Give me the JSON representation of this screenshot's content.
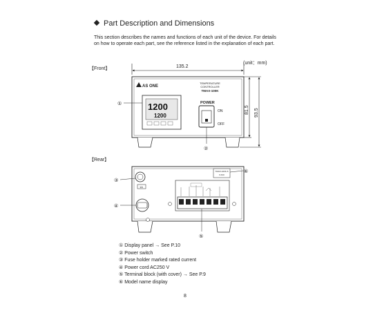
{
  "section": {
    "title": "Part Description and Dimensions",
    "intro": "This section describes the names and functions of each unit of the device. For details on how to operate each part, see the reference listed in the explanation of each part."
  },
  "front": {
    "label": "【Front】",
    "unit": "(unit：mm)",
    "width_dim": "135.2",
    "height_dim_inner": "81.5",
    "height_dim_outer": "93.5",
    "brand": "AS ONE",
    "product_line1": "TEMPERATURE",
    "product_line2": "CONTROLLER",
    "model": "TMAX-100K",
    "display_top": "1200",
    "display_bottom": "1200",
    "power_label": "POWER",
    "on_label": "ON",
    "off_label": "OFF",
    "callout_1": "①",
    "callout_2": "②"
  },
  "rear": {
    "label": "【Rear】",
    "fuse_tag": "1A",
    "model_tag_line1": "TMAX-100K-5",
    "model_tag_line2": "KJC0",
    "callout_3": "③",
    "callout_4": "④",
    "callout_5": "⑤",
    "callout_6": "⑥"
  },
  "legend": [
    "① Display panel → See P.10",
    "② Power switch",
    "③ Fuse holder marked rated current",
    "④ Power cord AC250 V",
    "⑤ Terminal block (with cover) → See P.9",
    "⑥ Model name display"
  ],
  "page_number": "8"
}
